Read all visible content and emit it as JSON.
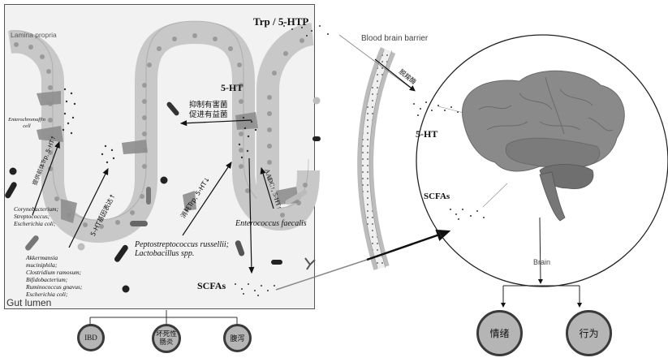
{
  "gut": {
    "region_top": "Lamina propria",
    "region_bottom": "Gut lumen",
    "ec_cell": "Enterochromaffin cell",
    "trp_label": "Trp / 5-HTP",
    "ht_label": "5-HT",
    "effect_line1": "抑制有害菌",
    "effect_line2": "促进有益菌",
    "arrow_provide": "提供前体Trp, 5-HT↑",
    "arrow_gene": "5-HT基因表达↑",
    "arrow_consume": "消耗Trp, 5-HT↓",
    "arrow_aadc": "AADC↑, 5-HT↑",
    "bacteria_group1": [
      "Corynebacterium;",
      "Streptococcus;",
      "Escherichia coli;"
    ],
    "bacteria_group2": [
      "Akkermansia",
      "muciniphila;",
      "Clostridium ramosum;",
      "Bifidobacterium;",
      "Ruminococcus gnavus;",
      "Escherichia coli;"
    ],
    "bacteria_group3": [
      "Peptostreptococcus russellii;",
      "Lactobacillus spp."
    ],
    "bacteria_group4": "Enterococcus faecalis",
    "scfa_label": "SCFAs"
  },
  "diseases": {
    "items": [
      "IBD",
      "坏死性肠炎",
      "腹泻"
    ],
    "item2_line1": "坏死性",
    "item2_line2": "肠炎"
  },
  "brain": {
    "bbb_label": "Blood brain barrier",
    "decarboxylase": "脱羧酶",
    "ht_label": "5-HT",
    "scfa_label": "SCFAs",
    "brain_label": "Brain",
    "outcomes": [
      "情绪",
      "行为"
    ]
  },
  "colors": {
    "panel_bg": "#f2f2f2",
    "cell_fill": "#c8c8c8",
    "nucleus": "#9a9a9a",
    "node_fill": "#b5b5b5",
    "brain_fill": "#8a8a8a",
    "line": "#111111"
  }
}
